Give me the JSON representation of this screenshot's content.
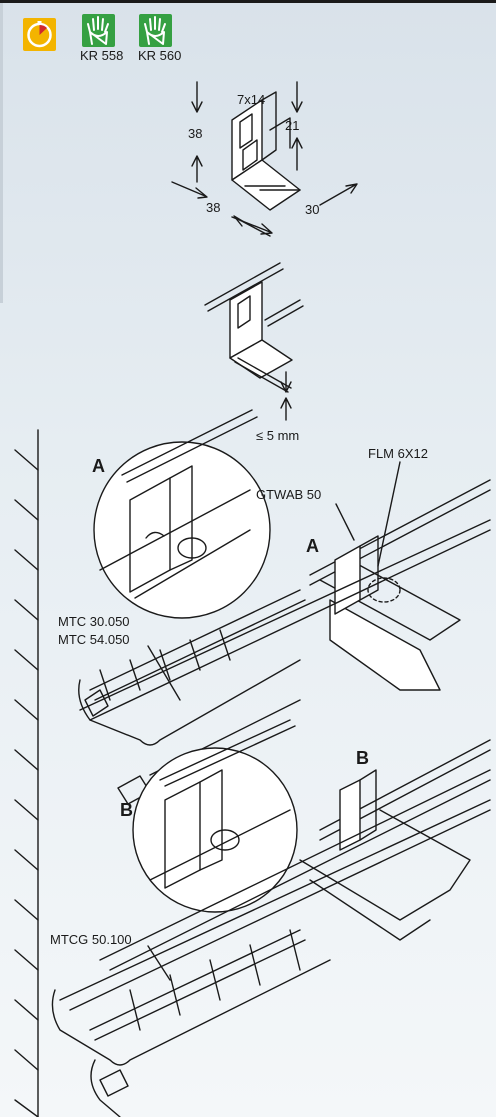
{
  "icons": {
    "timer": "stopwatch-icon",
    "hand_a": "hand-icon",
    "hand_b": "hand-icon",
    "timer_color": "#f3b400",
    "hand_color": "#35a042"
  },
  "tools": [
    "KR 558",
    "KR 560"
  ],
  "dimensions": {
    "slot": "7x14",
    "height": "38",
    "top_gap": "21",
    "width": "38",
    "depth": "30",
    "wire_max": "≤ 5 mm"
  },
  "callouts": {
    "a_detail": "A",
    "a_main": "A",
    "b_detail": "B",
    "b_main": "B"
  },
  "labels": {
    "bolt": "FLM 6X12",
    "bracket": "GTWAB 50",
    "tray1_a": "MTC 30.050",
    "tray1_b": "MTC 54.050",
    "tray2": "MTCG 50.100"
  }
}
